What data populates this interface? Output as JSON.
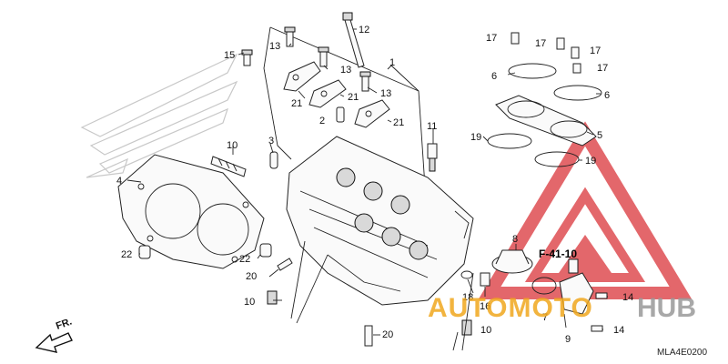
{
  "colors": {
    "accent_red": "#d9343a",
    "accent_orange": "#f0a71e",
    "watermark_gray": "#c8c8c8",
    "line": "#222222"
  },
  "diagram": {
    "ref_label": "F-41-10",
    "direction_label": "FR.",
    "diagram_code": "MLA4E0200",
    "watermark_brand": "AUTOMOTOHUB",
    "watermark_prefix": "AUTOMOTO",
    "watermark_suffix": "HUB"
  },
  "callouts": [
    {
      "id": "c1",
      "label": "1"
    },
    {
      "id": "c2",
      "label": "2"
    },
    {
      "id": "c3",
      "label": "3"
    },
    {
      "id": "c4",
      "label": "4"
    },
    {
      "id": "c5",
      "label": "5"
    },
    {
      "id": "c6a",
      "label": "6"
    },
    {
      "id": "c6b",
      "label": "6"
    },
    {
      "id": "c7",
      "label": "7"
    },
    {
      "id": "c8",
      "label": "8"
    },
    {
      "id": "c9",
      "label": "9"
    },
    {
      "id": "c10a",
      "label": "10"
    },
    {
      "id": "c10b",
      "label": "10"
    },
    {
      "id": "c10c",
      "label": "10"
    },
    {
      "id": "c11",
      "label": "11"
    },
    {
      "id": "c12",
      "label": "12"
    },
    {
      "id": "c13a",
      "label": "13"
    },
    {
      "id": "c13b",
      "label": "13"
    },
    {
      "id": "c13c",
      "label": "13"
    },
    {
      "id": "c14a",
      "label": "14"
    },
    {
      "id": "c14b",
      "label": "14"
    },
    {
      "id": "c15",
      "label": "15"
    },
    {
      "id": "c16",
      "label": "16"
    },
    {
      "id": "c17a",
      "label": "17"
    },
    {
      "id": "c17b",
      "label": "17"
    },
    {
      "id": "c17c",
      "label": "17"
    },
    {
      "id": "c17d",
      "label": "17"
    },
    {
      "id": "c18",
      "label": "18"
    },
    {
      "id": "c19a",
      "label": "19"
    },
    {
      "id": "c19b",
      "label": "19"
    },
    {
      "id": "c20a",
      "label": "20"
    },
    {
      "id": "c20b",
      "label": "20"
    },
    {
      "id": "c21a",
      "label": "21"
    },
    {
      "id": "c21b",
      "label": "21"
    },
    {
      "id": "c21c",
      "label": "21"
    },
    {
      "id": "c22a",
      "label": "22"
    },
    {
      "id": "c22b",
      "label": "22"
    }
  ]
}
